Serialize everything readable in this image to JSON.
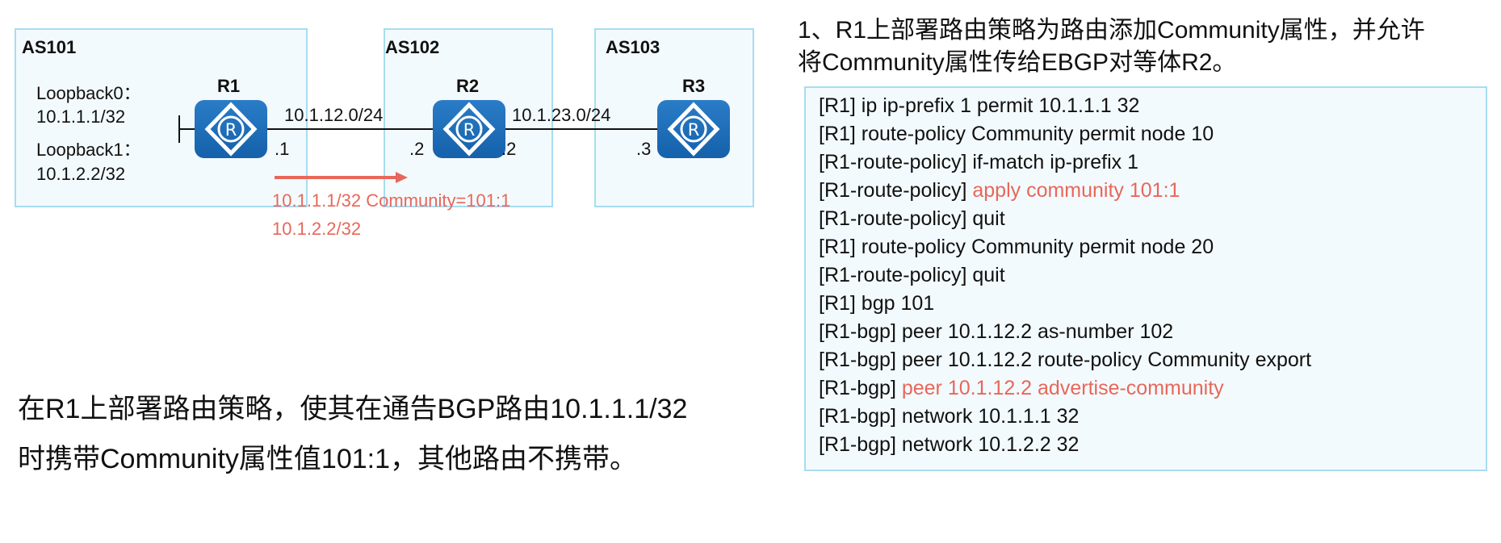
{
  "diagram": {
    "as_boxes": [
      {
        "id": "as101",
        "label": "AS101"
      },
      {
        "id": "as102",
        "label": "AS102"
      },
      {
        "id": "as103",
        "label": "AS103"
      }
    ],
    "routers": [
      {
        "id": "r1",
        "label": "R1"
      },
      {
        "id": "r2",
        "label": "R2"
      },
      {
        "id": "r3",
        "label": "R3"
      }
    ],
    "loopbacks": {
      "lb0_label": "Loopback0：",
      "lb0_ip": "10.1.1.1/32",
      "lb1_label": "Loopback1：",
      "lb1_ip": "10.1.2.2/32"
    },
    "links": {
      "r1_r2_subnet": "10.1.12.0/24",
      "r2_r3_subnet": "10.1.23.0/24",
      "r1_if": ".1",
      "r2_left_if": ".2",
      "r2_right_if": ".2",
      "r3_if": ".3"
    },
    "advertisement": {
      "line1": "10.1.1.1/32 Community=101:1",
      "line2": "10.1.2.2/32",
      "color": "#e8675a"
    }
  },
  "step": {
    "line1": "1、R1上部署路由策略为路由添加Community属性，并允许",
    "line2": "将Community属性传给EBGP对等体R2。"
  },
  "commands": [
    {
      "prompt": "[R1] ",
      "text": "ip ip-prefix 1 permit 10.1.1.1 32",
      "highlight": false
    },
    {
      "prompt": "[R1] ",
      "text": "route-policy Community permit node 10",
      "highlight": false
    },
    {
      "prompt": "[R1-route-policy] ",
      "text": "if-match ip-prefix 1",
      "highlight": false
    },
    {
      "prompt": "[R1-route-policy] ",
      "text": "apply community 101:1",
      "highlight": true
    },
    {
      "prompt": "[R1-route-policy] ",
      "text": "quit",
      "highlight": false
    },
    {
      "prompt": "[R1] ",
      "text": "route-policy Community permit node 20",
      "highlight": false
    },
    {
      "prompt": "[R1-route-policy] ",
      "text": "quit",
      "highlight": false
    },
    {
      "prompt": "[R1] ",
      "text": "bgp 101",
      "highlight": false
    },
    {
      "prompt": "[R1-bgp] ",
      "text": "peer 10.1.12.2 as-number 102",
      "highlight": false
    },
    {
      "prompt": "[R1-bgp] ",
      "text": "peer 10.1.12.2 route-policy Community export",
      "highlight": false
    },
    {
      "prompt": "[R1-bgp] ",
      "text": "peer 10.1.12.2 advertise-community",
      "highlight": true
    },
    {
      "prompt": "[R1-bgp] ",
      "text": "network 10.1.1.1 32",
      "highlight": false
    },
    {
      "prompt": "[R1-bgp] ",
      "text": "network 10.1.2.2 32",
      "highlight": false
    }
  ],
  "requirement": {
    "line1": "在R1上部署路由策略，使其在通告BGP路由10.1.1.1/32",
    "line2": "时携带Community属性值101:1，其他路由不携带。"
  },
  "colors": {
    "accent_red": "#e8675a",
    "router_blue": "#1a66b3",
    "box_border": "#a8dcf0",
    "box_fill": "#f3fafd"
  }
}
